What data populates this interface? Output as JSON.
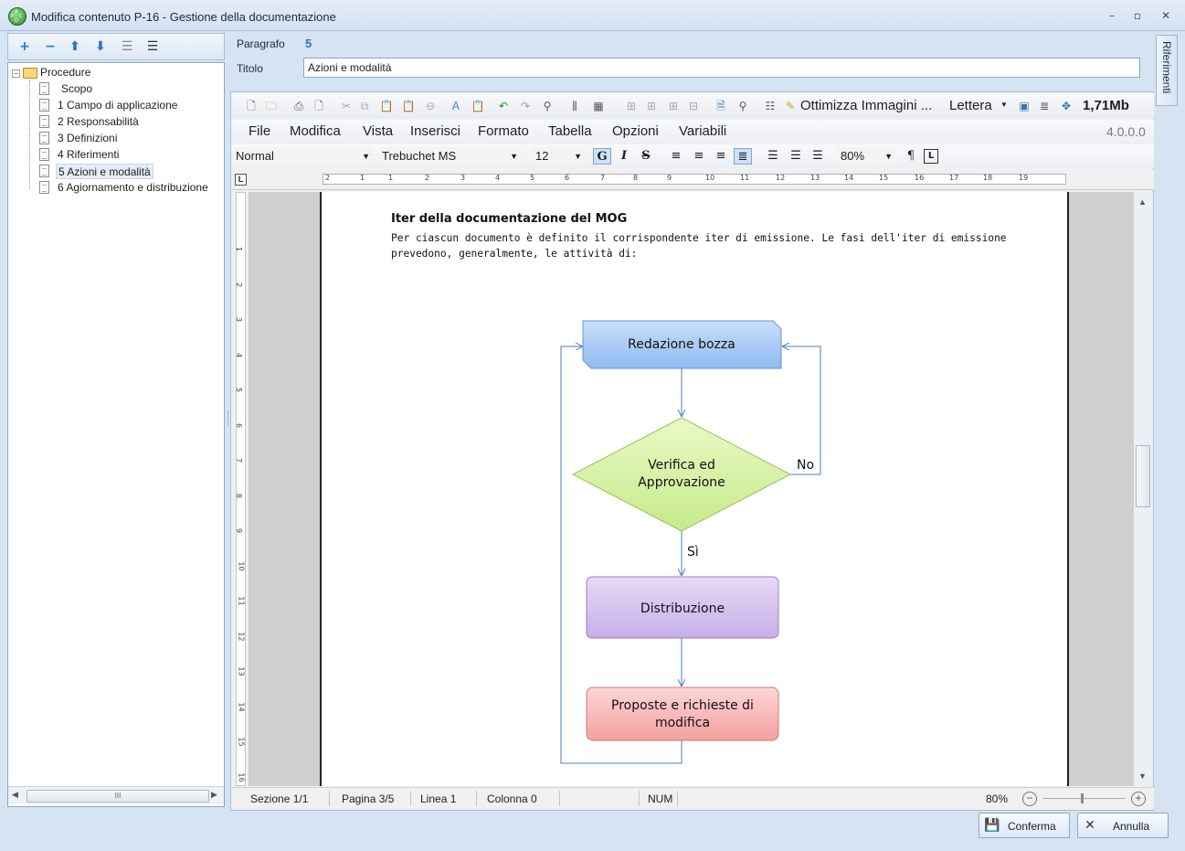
{
  "window": {
    "title": "Modifica contenuto P-16 - Gestione della documentazione",
    "minimize": "–",
    "maximize": "▫",
    "close": "✕"
  },
  "app_icon_letters": [
    "A",
    "P",
    "C",
    "D"
  ],
  "tree": {
    "root": "Procedure",
    "items": [
      {
        "label": "Scopo"
      },
      {
        "label": "1 Campo di applicazione"
      },
      {
        "label": "2 Responsabilità"
      },
      {
        "label": "3 Definizioni"
      },
      {
        "label": "4 Riferimenti"
      },
      {
        "label": "5 Azioni e modalità"
      },
      {
        "label": "6 Agiornamento e distribuzione"
      }
    ],
    "selected_index": 5
  },
  "scrollbar_grip": "III",
  "paragraph": {
    "label": "Paragrafo",
    "number": "5",
    "title_label": "Titolo",
    "title_value": "Azioni e modalità"
  },
  "side_tab": "Riferimenti",
  "toolbar": {
    "optimize_images": "Ottimizza Immagini ...",
    "page_size": "Lettera",
    "file_size": "1,71Mb"
  },
  "menu": [
    "File",
    "Modifica",
    "Vista",
    "Inserisci",
    "Formato",
    "Tabella",
    "Opzioni",
    "Variabili"
  ],
  "version": "4.0.0.0",
  "format": {
    "style": "Normal",
    "font": "Trebuchet MS",
    "size": "12",
    "bold": "G",
    "italic": "I",
    "strike": "S",
    "zoom": "80%",
    "pilcrow": "¶",
    "tab_marker": "L"
  },
  "ruler_numbers": [
    "2",
    "1",
    "1",
    "2",
    "3",
    "4",
    "5",
    "6",
    "7",
    "8",
    "9",
    "10",
    "11",
    "12",
    "13",
    "14",
    "15",
    "16",
    "17",
    "18",
    "19"
  ],
  "vruler_numbers": [
    "1",
    "2",
    "3",
    "4",
    "5",
    "6",
    "7",
    "8",
    "9",
    "10",
    "11",
    "12",
    "13",
    "14",
    "15",
    "16"
  ],
  "document": {
    "heading": "Iter della documentazione del MOG",
    "body": "Per ciascun documento è definito il corrispondente iter di emissione. Le fasi dell'iter di emissione prevedono, generalmente, le attività di:"
  },
  "flowchart": {
    "draft": "Redazione bozza",
    "verify_line1": "Verifica ed",
    "verify_line2": "Approvazione",
    "no": "No",
    "yes": "Sì",
    "distribution": "Distribuzione",
    "proposals_line1": "Proposte e richieste di",
    "proposals_line2": "modifica",
    "colors": {
      "draft_fill": "#aecdf5",
      "verify_fill": "#d8f2a8",
      "distribution_fill": "#d7c4ef",
      "proposals_fill": "#f8b9b9",
      "connector": "#4a7ebf"
    }
  },
  "status": {
    "section": "Sezione 1/1",
    "page": "Pagina 3/5",
    "line": "Linea 1",
    "column": "Colonna 0",
    "num": "NUM",
    "zoom": "80%"
  },
  "buttons": {
    "confirm": "Conferma",
    "cancel": "Annulla"
  }
}
